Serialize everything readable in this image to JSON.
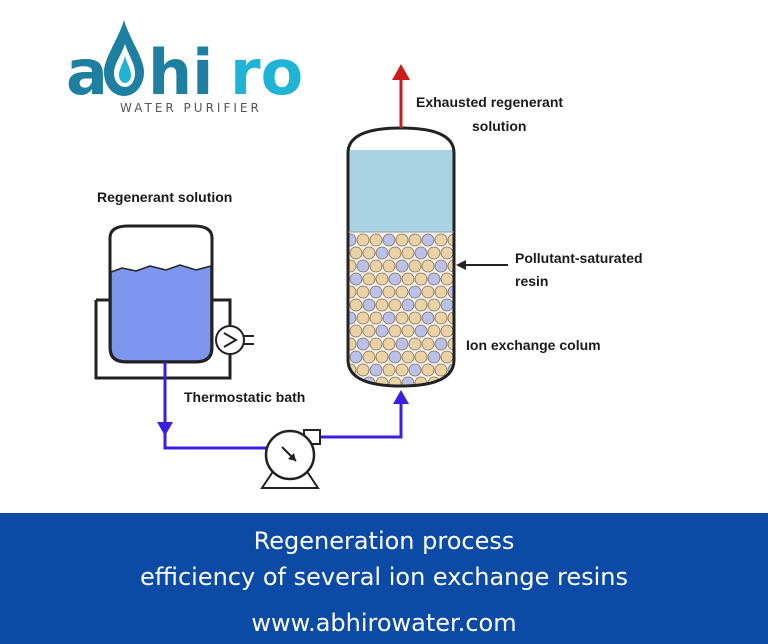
{
  "logo": {
    "text_a": "a",
    "text_hi": "hi",
    "text_ro": "ro",
    "tagline": "WATER PURIFIER"
  },
  "diagram": {
    "label_exhausted_1": "Exhausted regenerant",
    "label_exhausted_2": "solution",
    "label_regenerant": "Regenerant solution",
    "label_pollutant_1": "Pollutant-saturated",
    "label_pollutant_2": "resin",
    "label_column": "Ion exchange colum",
    "label_bath": "Thermostatic bath"
  },
  "footer": {
    "line1": "Regeneration process",
    "line2": "efficiency of several ion exchange resins",
    "website": "www.abhirowater.com"
  },
  "colors": {
    "footer_bg": "#0b4aa5",
    "liquid": "#7f96ee",
    "column_liquid": "#a9d3e3",
    "resin_bead_1": "#e9d3a6",
    "resin_bead_2": "#b9c1ea",
    "flow_line": "#3b1fe0",
    "exhaust_arrow": "#c81e1e"
  }
}
